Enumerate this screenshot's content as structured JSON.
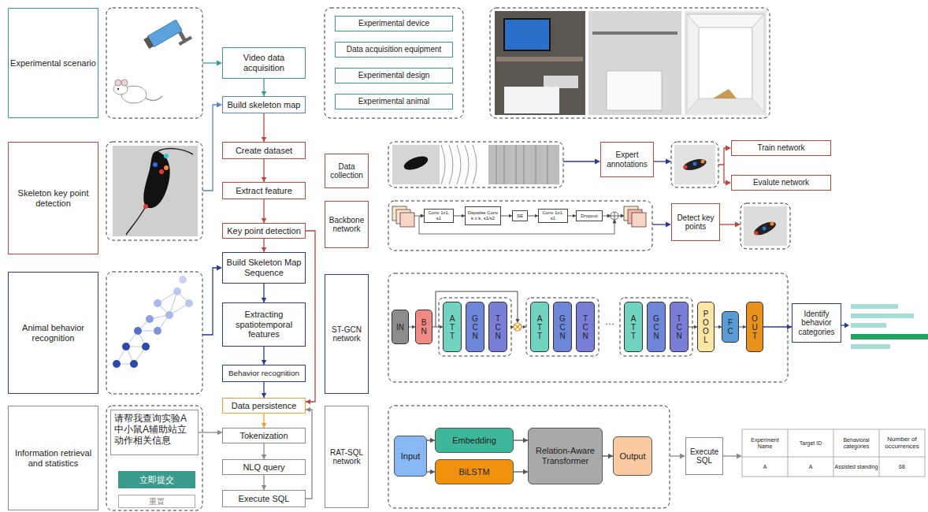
{
  "diagram": {
    "nodes": [
      {
        "text": [
          "Experimental scenario"
        ]
      },
      {
        "text": [
          "Video data acquisition"
        ]
      },
      {
        "text": [
          "Experimental device"
        ]
      },
      {
        "text": [
          "Data acquisition equipment"
        ]
      },
      {
        "text": [
          "Experimental design"
        ]
      },
      {
        "text": [
          "Experimental animal"
        ]
      },
      {
        "text": [
          "Build skeleton map"
        ]
      },
      {
        "text": [
          "Skeleton key point detection"
        ]
      },
      {
        "text": [
          "Create dataset"
        ]
      },
      {
        "text": [
          "Data collection"
        ]
      },
      {
        "text": [
          "Expert annotations"
        ]
      },
      {
        "text": [
          "Train network"
        ]
      },
      {
        "text": [
          "Evalute network"
        ]
      },
      {
        "text": [
          "Extract feature"
        ]
      },
      {
        "text": [
          "Backbone network"
        ]
      },
      {
        "text": [
          "Conv 1x1, s1"
        ]
      },
      {
        "text": [
          "Depwise Conv k x k, s1/s2"
        ]
      },
      {
        "text": [
          "SE"
        ]
      },
      {
        "text": [
          "Conv 1x1, s1"
        ]
      },
      {
        "text": [
          "Dropout"
        ]
      },
      {
        "text": [
          "Detect key points"
        ]
      },
      {
        "text": [
          "Key point detection"
        ]
      },
      {
        "text": [
          "Animal behavior recognition"
        ]
      },
      {
        "text": [
          "Build Skeleton Map Sequence"
        ]
      },
      {
        "text": [
          "Extracting spatiotemporal features"
        ]
      },
      {
        "text": [
          "ST-GCN network"
        ]
      },
      {
        "text": [
          "IN"
        ]
      },
      {
        "text": [
          "BN"
        ]
      },
      {
        "text": [
          "ATT"
        ]
      },
      {
        "text": [
          "GCN"
        ]
      },
      {
        "text": [
          "TCN"
        ]
      },
      {
        "text": [
          "ATT"
        ]
      },
      {
        "text": [
          "GCN"
        ]
      },
      {
        "text": [
          "TCN"
        ]
      },
      {
        "text": [
          "ATT"
        ]
      },
      {
        "text": [
          "GCN"
        ]
      },
      {
        "text": [
          "TCN"
        ]
      },
      {
        "text": [
          "POOL"
        ]
      },
      {
        "text": [
          "FC"
        ]
      },
      {
        "text": [
          "OUT"
        ]
      },
      {
        "text": [
          "Identify behavior categories"
        ]
      },
      {
        "text": [
          "Behavior recognition"
        ]
      },
      {
        "text": [
          "Information retrieval and statistics"
        ]
      },
      {
        "text": [
          "请帮我查询实验A中小鼠A辅助站立动作相关信息"
        ]
      },
      {
        "text": [
          "Data persistence"
        ]
      },
      {
        "text": [
          "Tokenization"
        ]
      },
      {
        "text": [
          "RAT-SQL network"
        ]
      },
      {
        "text": [
          "Input"
        ]
      },
      {
        "text": [
          "Embedding"
        ]
      },
      {
        "text": [
          "BiLSTM"
        ]
      },
      {
        "text": [
          "Relation-Aware Transformer"
        ]
      },
      {
        "text": [
          "Output"
        ]
      },
      {
        "text": [
          "Execute SQL"
        ]
      },
      {
        "text": [
          "立即提交"
        ]
      },
      {
        "text": [
          "NLQ query"
        ]
      },
      {
        "text": [
          "重置"
        ]
      },
      {
        "text": [
          "Execute SQL"
        ]
      }
    ],
    "edges": [
      {
        "from": 1,
        "to": 6,
        "arrow": "to"
      },
      {
        "from": 6,
        "to": 8,
        "arrow": "to"
      },
      {
        "from": 8,
        "to": 13,
        "arrow": "to"
      },
      {
        "from": 13,
        "to": 21,
        "arrow": "to"
      },
      {
        "from": 15,
        "to": 16,
        "arrow": "to"
      },
      {
        "from": 16,
        "to": 17,
        "arrow": "to"
      },
      {
        "from": 17,
        "to": 18,
        "arrow": "to"
      },
      {
        "from": 18,
        "to": 19,
        "arrow": "to"
      },
      {
        "from": 21,
        "to": 23,
        "arrow": "to"
      },
      {
        "from": 21,
        "to": 44,
        "arrow": "to"
      },
      {
        "from": 23,
        "to": 24,
        "arrow": "to"
      },
      {
        "from": 24,
        "to": 41,
        "arrow": "to"
      },
      {
        "from": 41,
        "to": 44,
        "arrow": "to"
      },
      {
        "from": 26,
        "to": 27,
        "arrow": "to"
      },
      {
        "from": 27,
        "to": 28,
        "arrow": "to"
      },
      {
        "from": 36,
        "to": 37,
        "arrow": "to"
      },
      {
        "from": 37,
        "to": 38,
        "arrow": "to"
      },
      {
        "from": 38,
        "to": 39,
        "arrow": "to"
      },
      {
        "from": 39,
        "to": 40,
        "arrow": "to"
      },
      {
        "from": 43,
        "to": 45,
        "arrow": "to"
      },
      {
        "from": 44,
        "to": 45,
        "arrow": "to"
      },
      {
        "from": 45,
        "to": 54,
        "arrow": "to"
      },
      {
        "from": 54,
        "to": 56,
        "arrow": "to"
      },
      {
        "from": 56,
        "to": 44,
        "arrow": "to"
      },
      {
        "from": 47,
        "to": 48,
        "arrow": "to"
      },
      {
        "from": 47,
        "to": 49,
        "arrow": "to"
      },
      {
        "from": 48,
        "to": 50,
        "arrow": "to"
      },
      {
        "from": 49,
        "to": 50,
        "arrow": "to"
      },
      {
        "from": 50,
        "to": 51,
        "arrow": "to"
      }
    ],
    "labels": [
      "Experiment Name",
      "Target ID",
      "Behavioral categories",
      "Number of occurrences",
      "A",
      "A",
      "Assisted standing",
      "68",
      "···"
    ]
  }
}
